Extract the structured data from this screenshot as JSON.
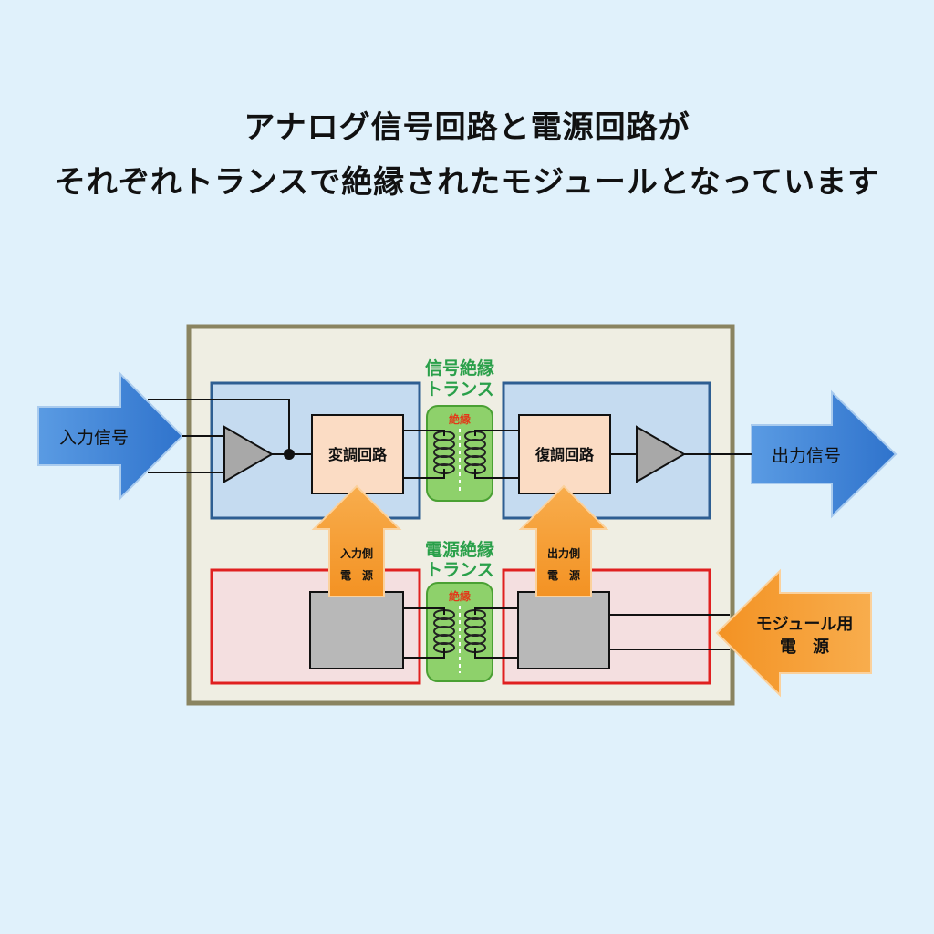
{
  "heading": {
    "line1": "アナログ信号回路と電源回路が",
    "line2": "それぞれトランスで絶縁されたモジュールとなっています"
  },
  "diagram": {
    "input_signal": "入力信号",
    "output_signal": "出力信号",
    "modulation_circuit": "変調回路",
    "demodulation_circuit": "復調回路",
    "signal_transformer_line1": "信号絶縁",
    "signal_transformer_line2": "トランス",
    "power_transformer_line1": "電源絶縁",
    "power_transformer_line2": "トランス",
    "insulation": "絶縁",
    "input_power_line1": "入力側",
    "input_power_line2": "電　源",
    "output_power_line1": "出力側",
    "output_power_line2": "電　源",
    "module_power_line1": "モジュール用",
    "module_power_line2": "電　源"
  },
  "colors": {
    "module_bg": "#efeee3",
    "module_border": "#8a8460",
    "signal_block_bg": "#c5dbf0",
    "signal_block_border": "#2e5e92",
    "power_block_bg": "#f4dfe0",
    "power_block_border": "#e02020",
    "circuit_bg": "#fbdcc4",
    "transformer_bg": "#8ed16b",
    "transformer_border": "#4aa033",
    "blue_arrow": "#3f86d8",
    "orange_arrow": "#f6a03a",
    "green_text": "#2aa04a",
    "red_text": "#e23a1a"
  }
}
